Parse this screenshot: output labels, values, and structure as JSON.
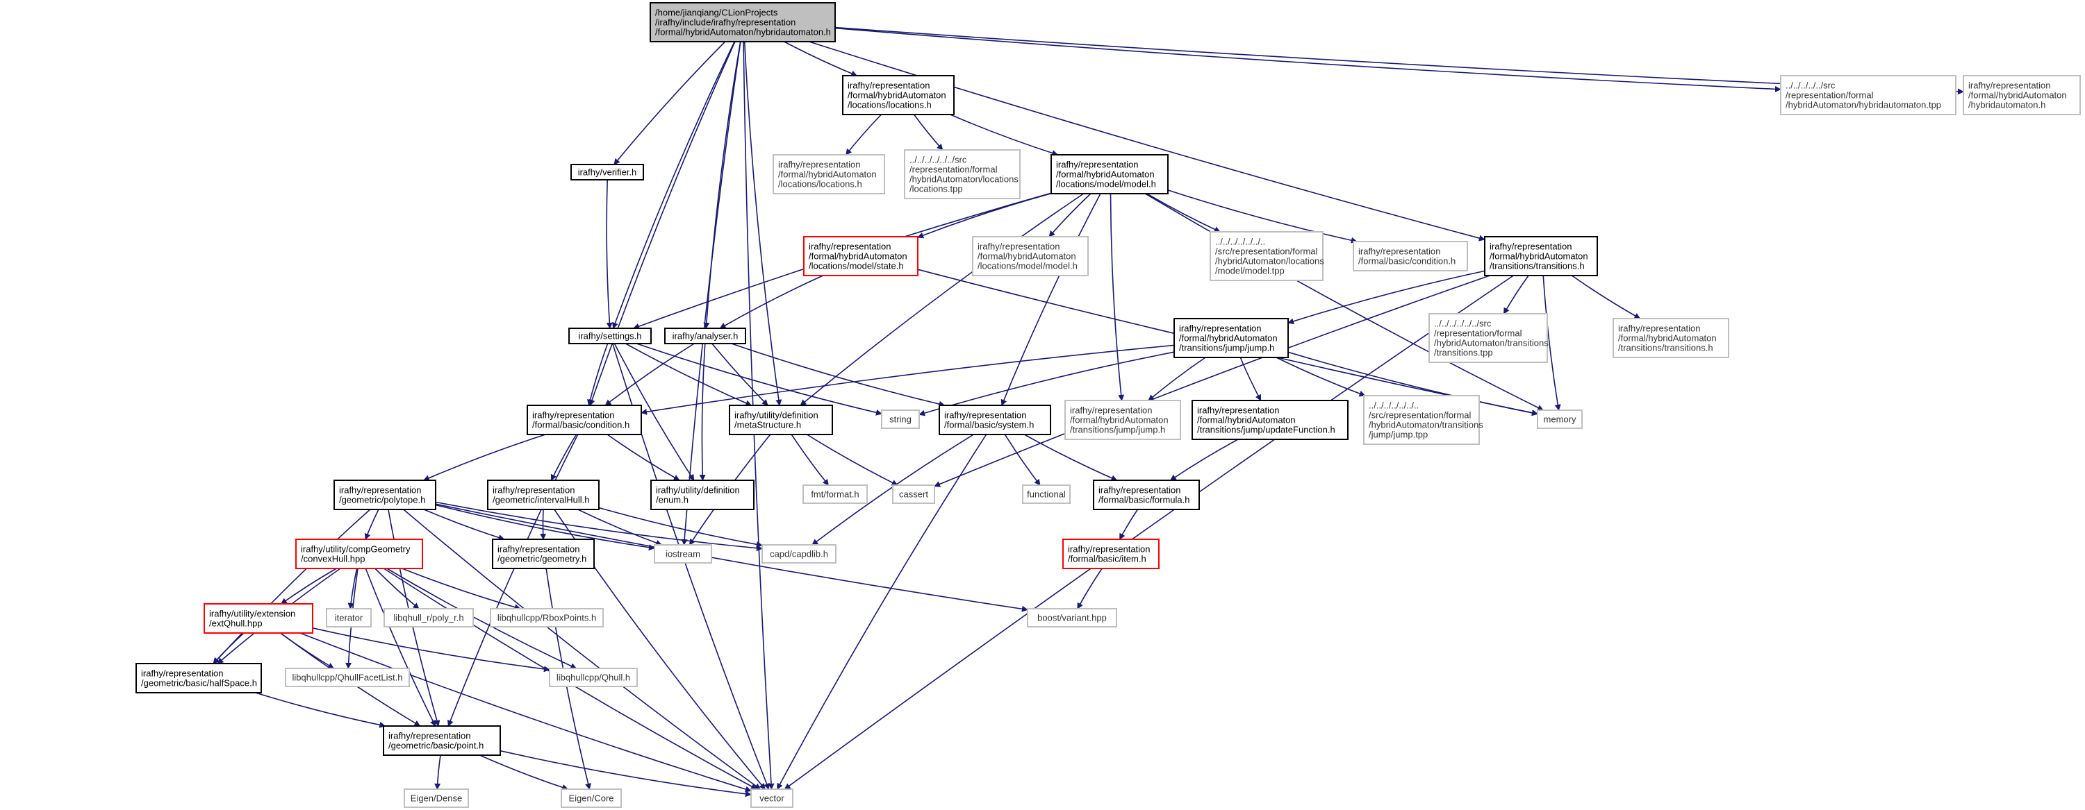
{
  "colors": {
    "edge": "#191970",
    "root_fill": "#bfbfbf",
    "documented_border": "#000000",
    "truncated_border": "#ff0000",
    "external_border": "#bfbfbf"
  },
  "nodes": [
    {
      "id": "root",
      "kind": "root",
      "lines": [
        "/home/jianqiang/CLionProjects",
        "/irafhy/include/irafhy/representation",
        "/formal/hybridAutomaton/hybridautomaton.h"
      ]
    },
    {
      "id": "locations",
      "kind": "doc",
      "lines": [
        "irafhy/representation",
        "/formal/hybridAutomaton",
        "/locations/locations.h"
      ]
    },
    {
      "id": "src_ha_tpp",
      "kind": "ext",
      "lines": [
        "../../../../../src",
        "/representation/formal",
        "/hybridAutomaton/hybridautomaton.tpp"
      ]
    },
    {
      "id": "ha_h",
      "kind": "ext",
      "lines": [
        "irafhy/representation",
        "/formal/hybridAutomaton",
        "/hybridautomaton.h"
      ]
    },
    {
      "id": "verifier",
      "kind": "doc",
      "lines": [
        "irafhy/verifier.h"
      ]
    },
    {
      "id": "loc_ext",
      "kind": "ext",
      "lines": [
        "irafhy/representation",
        "/formal/hybridAutomaton",
        "/locations/locations.h"
      ]
    },
    {
      "id": "loc_tpp",
      "kind": "ext",
      "lines": [
        "../../../../../../src",
        "/representation/formal",
        "/hybridAutomaton/locations",
        "/locations.tpp"
      ]
    },
    {
      "id": "model",
      "kind": "doc",
      "lines": [
        "irafhy/representation",
        "/formal/hybridAutomaton",
        "/locations/model/model.h"
      ]
    },
    {
      "id": "state",
      "kind": "trunc",
      "lines": [
        "irafhy/representation",
        "/formal/hybridAutomaton",
        "/locations/model/state.h"
      ]
    },
    {
      "id": "model_ext",
      "kind": "ext",
      "lines": [
        "irafhy/representation",
        "/formal/hybridAutomaton",
        "/locations/model/model.h"
      ]
    },
    {
      "id": "model_tpp",
      "kind": "ext",
      "lines": [
        "../../../../../../..",
        "/src/representation/formal",
        "/hybridAutomaton/locations",
        "/model/model.tpp"
      ]
    },
    {
      "id": "cond_ext",
      "kind": "ext",
      "lines": [
        "irafhy/representation",
        "/formal/basic/condition.h"
      ]
    },
    {
      "id": "transitions",
      "kind": "doc",
      "lines": [
        "irafhy/representation",
        "/formal/hybridAutomaton",
        "/transitions/transitions.h"
      ]
    },
    {
      "id": "settings",
      "kind": "doc",
      "lines": [
        "irafhy/settings.h"
      ]
    },
    {
      "id": "analyser",
      "kind": "doc",
      "lines": [
        "irafhy/analyser.h"
      ]
    },
    {
      "id": "jump",
      "kind": "doc",
      "lines": [
        "irafhy/representation",
        "/formal/hybridAutomaton",
        "/transitions/jump/jump.h"
      ]
    },
    {
      "id": "trans_tpp",
      "kind": "ext",
      "lines": [
        "../../../../../../src",
        "/representation/formal",
        "/hybridAutomaton/transitions",
        "/transitions.tpp"
      ]
    },
    {
      "id": "trans_ext",
      "kind": "ext",
      "lines": [
        "irafhy/representation",
        "/formal/hybridAutomaton",
        "/transitions/transitions.h"
      ]
    },
    {
      "id": "condition",
      "kind": "doc",
      "lines": [
        "irafhy/representation",
        "/formal/basic/condition.h"
      ]
    },
    {
      "id": "meta",
      "kind": "doc",
      "lines": [
        "irafhy/utility/definition",
        "/metaStructure.h"
      ]
    },
    {
      "id": "string",
      "kind": "ext",
      "lines": [
        "string"
      ]
    },
    {
      "id": "system",
      "kind": "doc",
      "lines": [
        "irafhy/representation",
        "/formal/basic/system.h"
      ]
    },
    {
      "id": "jump_ext",
      "kind": "ext",
      "lines": [
        "irafhy/representation",
        "/formal/hybridAutomaton",
        "/transitions/jump/jump.h"
      ]
    },
    {
      "id": "update",
      "kind": "doc",
      "lines": [
        "irafhy/representation",
        "/formal/hybridAutomaton",
        "/transitions/jump/updateFunction.h"
      ]
    },
    {
      "id": "jump_tpp",
      "kind": "ext",
      "lines": [
        "../../../../../../..",
        "/src/representation/formal",
        "/hybridAutomaton/transitions",
        "/jump/jump.tpp"
      ]
    },
    {
      "id": "memory",
      "kind": "ext",
      "lines": [
        "memory"
      ]
    },
    {
      "id": "polytope",
      "kind": "doc",
      "lines": [
        "irafhy/representation",
        "/geometric/polytope.h"
      ]
    },
    {
      "id": "ihull",
      "kind": "doc",
      "lines": [
        "irafhy/representation",
        "/geometric/intervalHull.h"
      ]
    },
    {
      "id": "enum",
      "kind": "doc",
      "lines": [
        "irafhy/utility/definition",
        "/enum.h"
      ]
    },
    {
      "id": "fmt",
      "kind": "ext",
      "lines": [
        "fmt/format.h"
      ]
    },
    {
      "id": "cassert",
      "kind": "ext",
      "lines": [
        "cassert"
      ]
    },
    {
      "id": "functional",
      "kind": "ext",
      "lines": [
        "functional"
      ]
    },
    {
      "id": "formula",
      "kind": "doc",
      "lines": [
        "irafhy/representation",
        "/formal/basic/formula.h"
      ]
    },
    {
      "id": "convexhull",
      "kind": "trunc",
      "lines": [
        "irafhy/utility/compGeometry",
        "/convexHull.hpp"
      ]
    },
    {
      "id": "geometry",
      "kind": "doc",
      "lines": [
        "irafhy/representation",
        "/geometric/geometry.h"
      ]
    },
    {
      "id": "iostream",
      "kind": "ext",
      "lines": [
        "iostream"
      ]
    },
    {
      "id": "capd",
      "kind": "ext",
      "lines": [
        "capd/capdlib.h"
      ]
    },
    {
      "id": "item",
      "kind": "trunc",
      "lines": [
        "irafhy/representation",
        "/formal/basic/item.h"
      ]
    },
    {
      "id": "extqhull",
      "kind": "trunc",
      "lines": [
        "irafhy/utility/extension",
        "/extQhull.hpp"
      ]
    },
    {
      "id": "iterator",
      "kind": "ext",
      "lines": [
        "iterator"
      ]
    },
    {
      "id": "polyr",
      "kind": "ext",
      "lines": [
        "libqhull_r/poly_r.h"
      ]
    },
    {
      "id": "rbox",
      "kind": "ext",
      "lines": [
        "libqhullcpp/RboxPoints.h"
      ]
    },
    {
      "id": "variant",
      "kind": "ext",
      "lines": [
        "boost/variant.hpp"
      ]
    },
    {
      "id": "halfspace",
      "kind": "doc",
      "lines": [
        "irafhy/representation",
        "/geometric/basic/halfSpace.h"
      ]
    },
    {
      "id": "facetlist",
      "kind": "ext",
      "lines": [
        "libqhullcpp/QhullFacetList.h"
      ]
    },
    {
      "id": "qhull",
      "kind": "ext",
      "lines": [
        "libqhullcpp/Qhull.h"
      ]
    },
    {
      "id": "point",
      "kind": "doc",
      "lines": [
        "irafhy/representation",
        "/geometric/basic/point.h"
      ]
    },
    {
      "id": "dense",
      "kind": "ext",
      "lines": [
        "Eigen/Dense"
      ]
    },
    {
      "id": "core",
      "kind": "ext",
      "lines": [
        "Eigen/Core"
      ]
    },
    {
      "id": "vector",
      "kind": "ext",
      "lines": [
        "vector"
      ]
    }
  ],
  "edges": [
    [
      "root",
      "locations"
    ],
    [
      "root",
      "src_ha_tpp"
    ],
    [
      "root",
      "ha_h"
    ],
    [
      "root",
      "verifier"
    ],
    [
      "root",
      "transitions"
    ],
    [
      "root",
      "vector"
    ],
    [
      "root",
      "settings"
    ],
    [
      "root",
      "analyser"
    ],
    [
      "root",
      "meta"
    ],
    [
      "root",
      "condition"
    ],
    [
      "root",
      "iostream"
    ],
    [
      "locations",
      "loc_ext"
    ],
    [
      "locations",
      "loc_tpp"
    ],
    [
      "locations",
      "model"
    ],
    [
      "model",
      "state"
    ],
    [
      "model",
      "model_ext"
    ],
    [
      "model",
      "model_tpp"
    ],
    [
      "model",
      "cond_ext"
    ],
    [
      "model",
      "settings"
    ],
    [
      "model",
      "memory"
    ],
    [
      "model",
      "jump_ext"
    ],
    [
      "model",
      "system"
    ],
    [
      "model",
      "meta"
    ],
    [
      "state",
      "analyser"
    ],
    [
      "state",
      "memory"
    ],
    [
      "verifier",
      "settings"
    ],
    [
      "transitions",
      "jump"
    ],
    [
      "transitions",
      "trans_tpp"
    ],
    [
      "transitions",
      "trans_ext"
    ],
    [
      "transitions",
      "memory"
    ],
    [
      "transitions",
      "cassert"
    ],
    [
      "transitions",
      "vector"
    ],
    [
      "settings",
      "condition"
    ],
    [
      "settings",
      "meta"
    ],
    [
      "settings",
      "string"
    ],
    [
      "settings",
      "enum"
    ],
    [
      "settings",
      "vector"
    ],
    [
      "analyser",
      "condition"
    ],
    [
      "analyser",
      "meta"
    ],
    [
      "analyser",
      "system"
    ],
    [
      "analyser",
      "enum"
    ],
    [
      "jump",
      "jump_ext"
    ],
    [
      "jump",
      "update"
    ],
    [
      "jump",
      "jump_tpp"
    ],
    [
      "jump",
      "memory"
    ],
    [
      "jump",
      "string"
    ],
    [
      "jump",
      "condition"
    ],
    [
      "condition",
      "polytope"
    ],
    [
      "condition",
      "ihull"
    ],
    [
      "condition",
      "enum"
    ],
    [
      "condition",
      "point"
    ],
    [
      "meta",
      "fmt"
    ],
    [
      "meta",
      "cassert"
    ],
    [
      "meta",
      "iostream"
    ],
    [
      "system",
      "functional"
    ],
    [
      "system",
      "formula"
    ],
    [
      "system",
      "capd"
    ],
    [
      "system",
      "vector"
    ],
    [
      "update",
      "formula"
    ],
    [
      "formula",
      "item"
    ],
    [
      "item",
      "variant"
    ],
    [
      "polytope",
      "convexhull"
    ],
    [
      "polytope",
      "geometry"
    ],
    [
      "polytope",
      "iostream"
    ],
    [
      "polytope",
      "capd"
    ],
    [
      "polytope",
      "halfspace"
    ],
    [
      "polytope",
      "point"
    ],
    [
      "polytope",
      "variant"
    ],
    [
      "polytope",
      "vector"
    ],
    [
      "ihull",
      "geometry"
    ],
    [
      "ihull",
      "iostream"
    ],
    [
      "ihull",
      "capd"
    ],
    [
      "ihull",
      "vector"
    ],
    [
      "convexhull",
      "extqhull"
    ],
    [
      "convexhull",
      "iterator"
    ],
    [
      "convexhull",
      "polyr"
    ],
    [
      "convexhull",
      "rbox"
    ],
    [
      "convexhull",
      "qhull"
    ],
    [
      "convexhull",
      "halfspace"
    ],
    [
      "convexhull",
      "point"
    ],
    [
      "convexhull",
      "vector"
    ],
    [
      "convexhull",
      "facetlist"
    ],
    [
      "extqhull",
      "halfspace"
    ],
    [
      "extqhull",
      "facetlist"
    ],
    [
      "extqhull",
      "qhull"
    ],
    [
      "extqhull",
      "point"
    ],
    [
      "extqhull",
      "vector"
    ],
    [
      "geometry",
      "core"
    ],
    [
      "halfspace",
      "point"
    ],
    [
      "point",
      "dense"
    ],
    [
      "point",
      "core"
    ],
    [
      "point",
      "vector"
    ]
  ]
}
